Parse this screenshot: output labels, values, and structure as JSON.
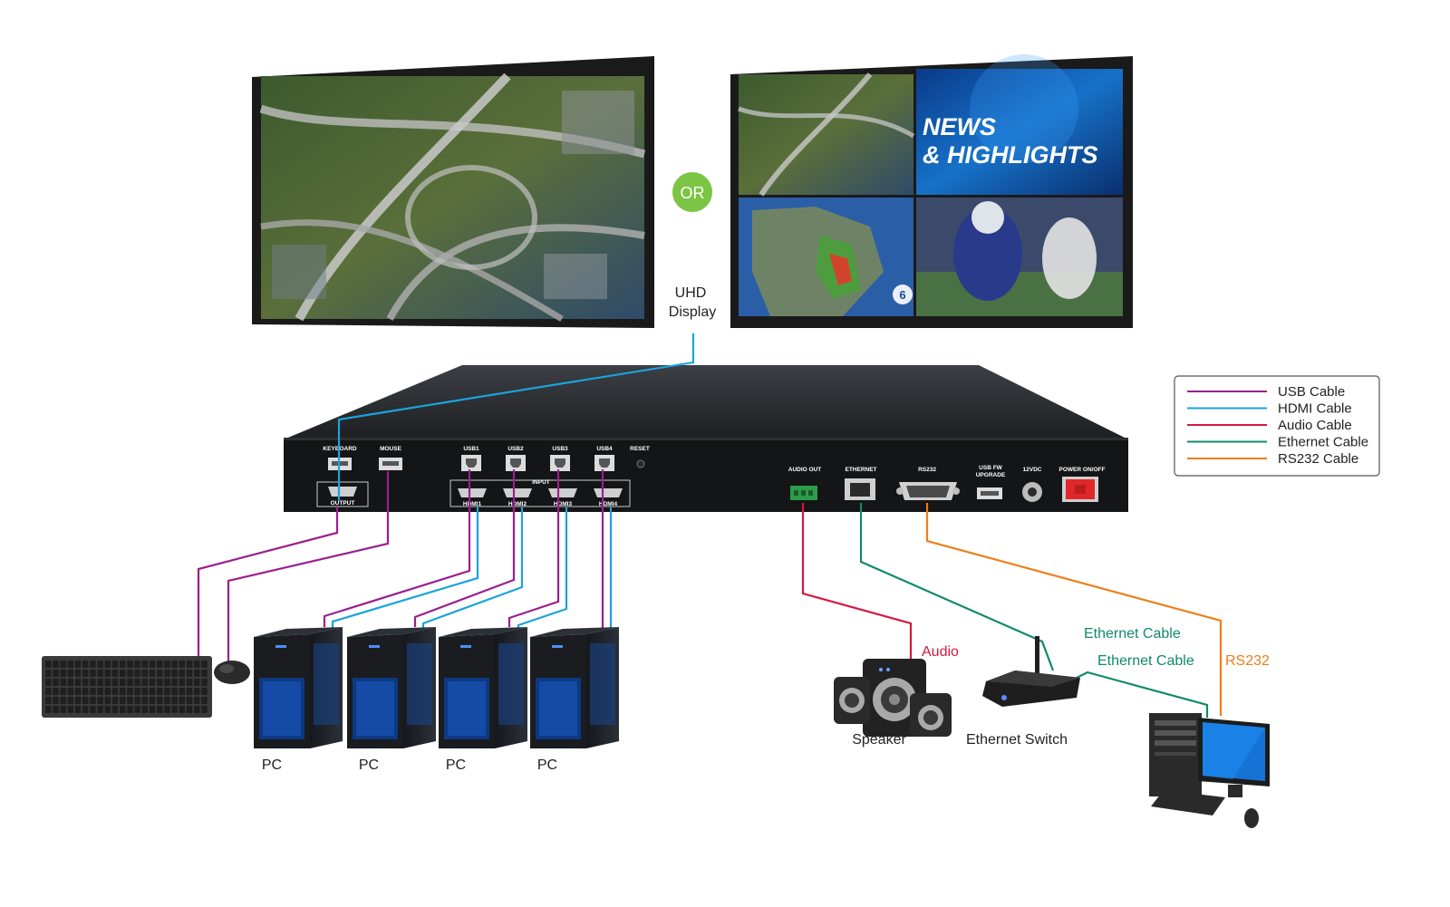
{
  "colors": {
    "usb": "#9b1f8f",
    "hdmi": "#1ba3dc",
    "audio": "#d6173f",
    "ethernet": "#108a6a",
    "rs232": "#ef7d1a",
    "or_badge": "#7cc443"
  },
  "displays": {
    "or_label": "OR",
    "uhd_label_line1": "UHD",
    "uhd_label_line2": "Display",
    "news_line1": "NEWS",
    "news_line2": "& HIGHLIGHTS",
    "channel_badge": "6"
  },
  "device": {
    "keyboard": "KEYBOARD",
    "mouse": "MOUSE",
    "output": "OUTPUT",
    "usb1": "USB1",
    "usb2": "USB2",
    "usb3": "USB3",
    "usb4": "USB4",
    "reset": "RESET",
    "input": "INPUT",
    "hdmi1": "HDMI1",
    "hdmi2": "HDMI2",
    "hdmi3": "HDMI3",
    "hdmi4": "HDMI4",
    "audio_out": "AUDIO OUT",
    "ethernet": "ETHERNET",
    "rs232": "RS232",
    "usb_fw_line1": "USB FW",
    "usb_fw_line2": "UPGRADE",
    "vdc": "12VDC",
    "power": "POWER ON/OFF"
  },
  "legend": {
    "items": [
      {
        "label": "USB Cable",
        "color": "#9b1f8f"
      },
      {
        "label": "HDMI Cable",
        "color": "#1ba3dc"
      },
      {
        "label": "Audio Cable",
        "color": "#d6173f"
      },
      {
        "label": "Ethernet Cable",
        "color": "#108a6a"
      },
      {
        "label": "RS232 Cable",
        "color": "#ef7d1a"
      }
    ]
  },
  "labels": {
    "pc": "PC",
    "speaker": "Speaker",
    "ethernet_switch": "Ethernet Switch",
    "audio": "Audio",
    "ethernet_cable_1": "Ethernet Cable",
    "ethernet_cable_2": "Ethernet Cable",
    "rs232": "RS232"
  }
}
